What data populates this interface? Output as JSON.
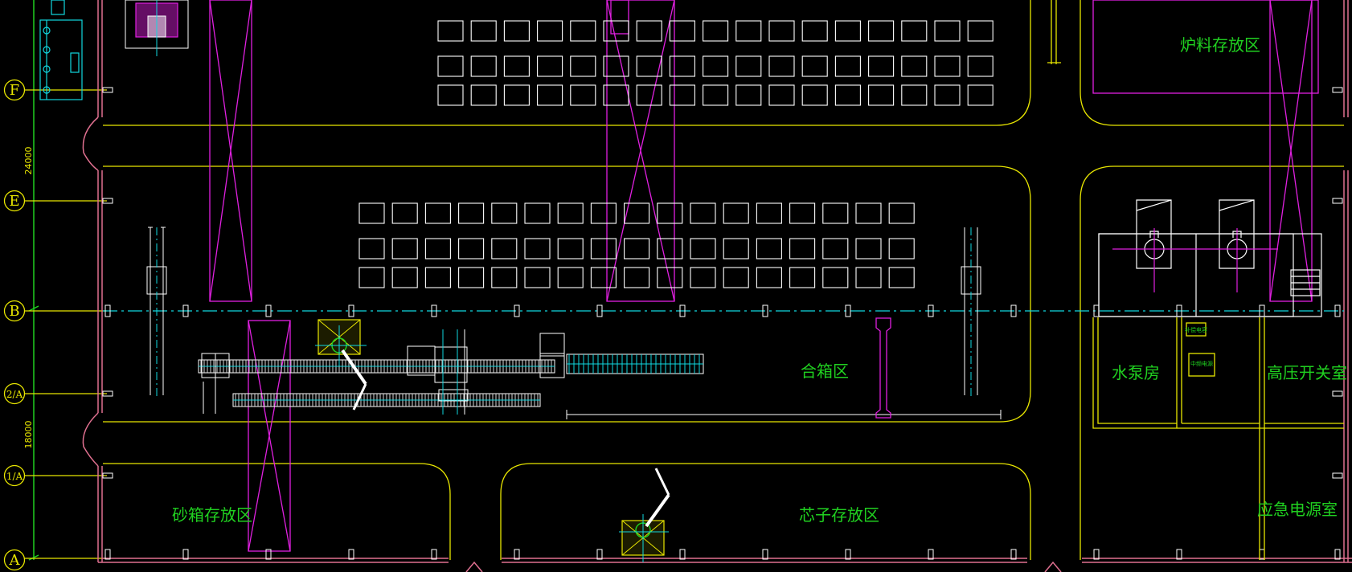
{
  "axes": [
    {
      "id": "F",
      "label": "F"
    },
    {
      "id": "E",
      "label": "E"
    },
    {
      "id": "B",
      "label": "B"
    },
    {
      "id": "2A",
      "label": "2/A"
    },
    {
      "id": "1A",
      "label": "1/A"
    },
    {
      "id": "A",
      "label": "A"
    }
  ],
  "dimensions": [
    {
      "id": "upper",
      "value": "24000"
    },
    {
      "id": "lower",
      "value": "18000"
    }
  ],
  "zones": {
    "furnace_storage": "炉料存放区",
    "mold_closing": "合箱区",
    "flask_storage": "砂箱存放区",
    "core_storage": "芯子存放区",
    "pump_room": "水泵房",
    "hv_switch_room": "高压开关室",
    "emergency_power_room": "应急电源室"
  },
  "equipment_labels": {
    "small_box_1": "补偿电容",
    "small_box_2": "中频电源"
  },
  "colors": {
    "background": "#000000",
    "wall": "#e07090",
    "yellow": "#e8e600",
    "green": "#20d020",
    "cyan": "#10d8e0",
    "magenta": "#e020e0",
    "white": "#ffffff"
  }
}
